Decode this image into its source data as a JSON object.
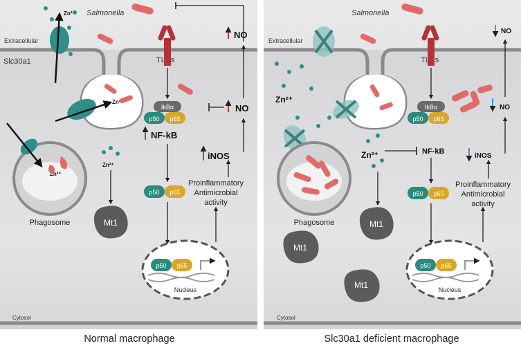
{
  "left_panel": {
    "caption": "Normal macrophage",
    "labels": {
      "extracellular": "Extracellular",
      "salmonella": "Salmonella",
      "slc30a1": "Slc30a1",
      "tlrs": "TLRs",
      "zn_top": "Zn²⁺",
      "zn_vesicle": "Zn²⁺",
      "zn_phago": "Zn²⁺",
      "zn_cyto": "Zn²⁺",
      "ikba": "IkBα",
      "p50": "p50",
      "p65": "p65",
      "nfkb": "NF-kB",
      "inos": "iNOS",
      "no_mid": "NO",
      "no_top": "NO",
      "proinflam_1": "Proinflammatory",
      "proinflam_2": "Antimicrobial",
      "proinflam_3": "activity",
      "phagosome": "Phagosome",
      "mt1": "Mt1",
      "nucleus": "Nucleus",
      "cytosol": "Cytosol"
    }
  },
  "right_panel": {
    "caption": "Slc30a1 deficient macrophage",
    "labels": {
      "extracellular": "Extracellular",
      "salmonella": "Salmonella",
      "tlrs": "TLRs",
      "zn_left": "Zn²⁺",
      "zn_mid": "Zn²⁺",
      "ikba": "IkBα",
      "p50": "p50",
      "p65": "p65",
      "nfkb": "NF-kB",
      "inos": "iNOS",
      "no_mid": "NO",
      "no_top": "NO",
      "proinflam_1": "Proinflammatory",
      "proinflam_2": "Antimicrobial",
      "proinflam_3": "activity",
      "phagosome": "Phagosome",
      "mt1_a": "Mt1",
      "mt1_b": "Mt1",
      "mt1_c": "Mt1",
      "nucleus": "Nucleus",
      "cytosol": "Cytosol"
    }
  },
  "colors": {
    "background": "#d8d8da",
    "membrane": "#8a8a8c",
    "transporter": "#2f8f88",
    "bacteria": "#e06a6a",
    "tlr": "#b0333a",
    "p50": "#2b8a7e",
    "p65": "#d9a62a",
    "up_arrow": "#c0282d",
    "down_arrow": "#3a86d6",
    "zinc": "#2f8f88",
    "mt1": "#5b5b5d"
  }
}
